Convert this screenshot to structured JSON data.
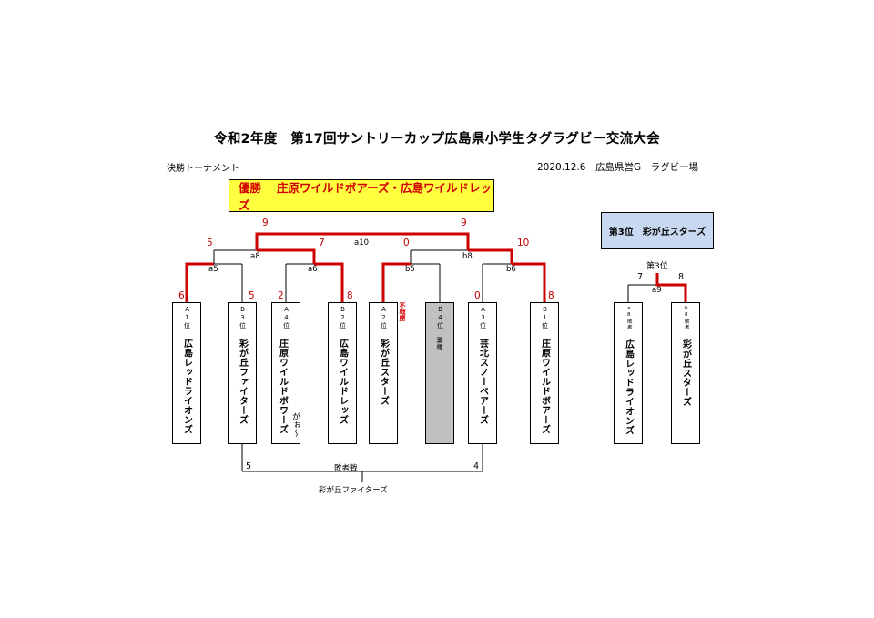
{
  "header": {
    "title": "令和2年度　第17回サントリーカップ広島県小学生タグラグビー交流大会",
    "subtitle": "決勝トーナメント",
    "date_location": "2020.12.6　広島県営G　ラグビー場"
  },
  "champion": {
    "text": "優勝　 庄原ワイルドボアーズ・広島ワイルドレッズ"
  },
  "third_place": {
    "box_text": "第3位　彩が丘スターズ",
    "label": "第3位"
  },
  "teams": [
    {
      "seed": "A1位",
      "name": "広島レッドライオンズ"
    },
    {
      "seed": "B3位",
      "name": "彩が丘ファイターズ"
    },
    {
      "seed": "A4位",
      "name": "庄原ワイルドボワーズ",
      "note": "がぉ〜"
    },
    {
      "seed": "B2位",
      "name": "広島ワイルドレッズ"
    },
    {
      "seed": "A2位",
      "name": "彩が丘スターズ"
    },
    {
      "seed": "B4位",
      "name": "棄権"
    },
    {
      "seed": "A3位",
      "name": "芸北スノーベアーズ"
    },
    {
      "seed": "B1位",
      "name": "庄原ワイルドボアーズ"
    }
  ],
  "third_teams": [
    {
      "seed": "a8敗者",
      "name": "広島レッドライオンズ"
    },
    {
      "seed": "b8敗者",
      "name": "彩が丘スターズ"
    }
  ],
  "forfeit_note": "不戦勝",
  "match_labels": {
    "a5": "a5",
    "a6": "a6",
    "a8": "a8",
    "a10": "a10",
    "b5": "b5",
    "b6": "b6",
    "b8": "b8",
    "a9": "a9"
  },
  "scores": {
    "t1": "6",
    "t2": "5",
    "t3": "2",
    "t4": "8",
    "t7": "0",
    "t8": "8",
    "a8_left": "5",
    "a8_right": "7",
    "b8_left": "0",
    "b8_right": "10",
    "final_left": "9",
    "final_right": "9",
    "third_left": "7",
    "third_right": "8",
    "consol_left": "5",
    "consol_right": "4"
  },
  "consolation": {
    "label": "敗者戦",
    "winner": "彩が丘ファイターズ"
  },
  "colors": {
    "win_line": "#cc0000",
    "champion_bg": "#ffff40",
    "third_bg": "#c7d8f0",
    "forfeit_bg": "#c0c0c0"
  }
}
